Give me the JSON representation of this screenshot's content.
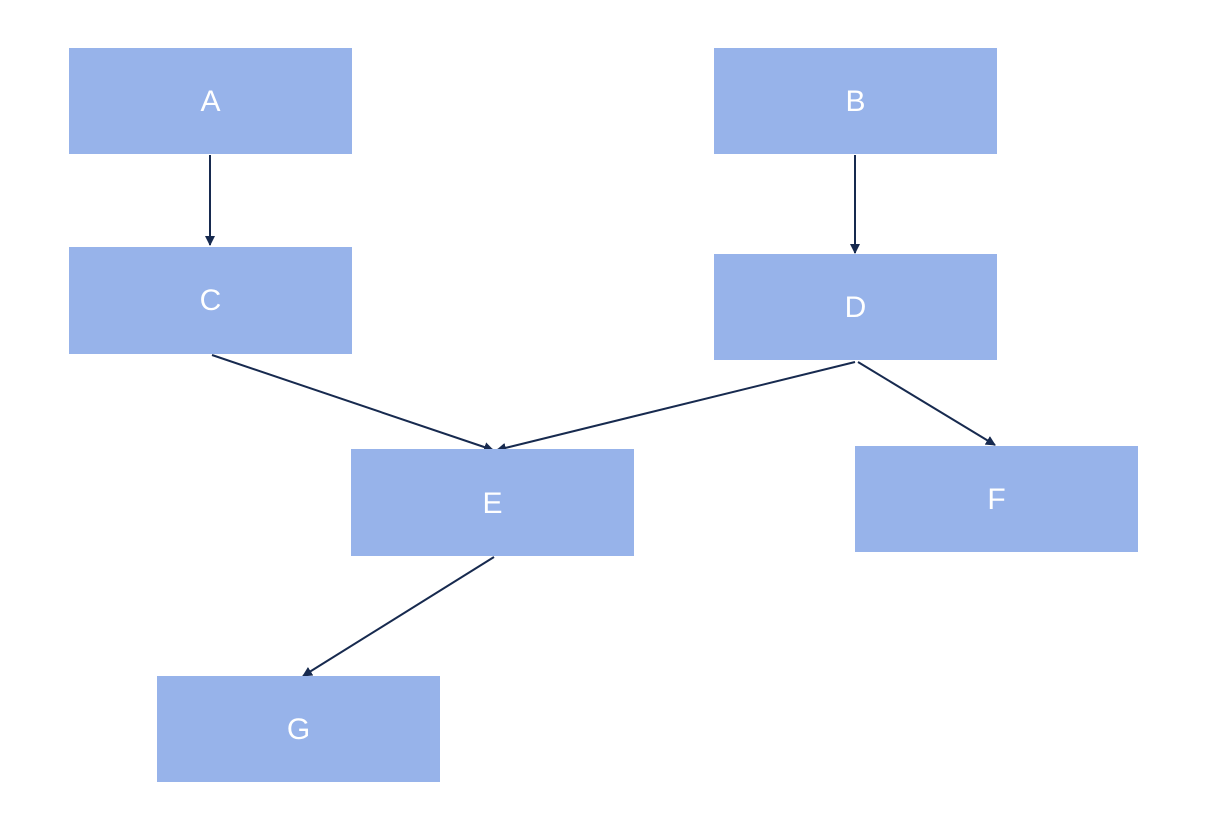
{
  "diagram": {
    "type": "flow",
    "colors": {
      "node_fill": "#97b3ea",
      "edge_stroke": "#172a4f",
      "label_text": "#ffffff",
      "background": "#ffffff"
    },
    "nodes": [
      {
        "id": "A",
        "label": "A"
      },
      {
        "id": "B",
        "label": "B"
      },
      {
        "id": "C",
        "label": "C"
      },
      {
        "id": "D",
        "label": "D"
      },
      {
        "id": "E",
        "label": "E"
      },
      {
        "id": "F",
        "label": "F"
      },
      {
        "id": "G",
        "label": "G"
      }
    ],
    "edges": [
      {
        "from": "A",
        "to": "C"
      },
      {
        "from": "B",
        "to": "D"
      },
      {
        "from": "C",
        "to": "E"
      },
      {
        "from": "D",
        "to": "E"
      },
      {
        "from": "D",
        "to": "F"
      },
      {
        "from": "E",
        "to": "G"
      }
    ]
  }
}
